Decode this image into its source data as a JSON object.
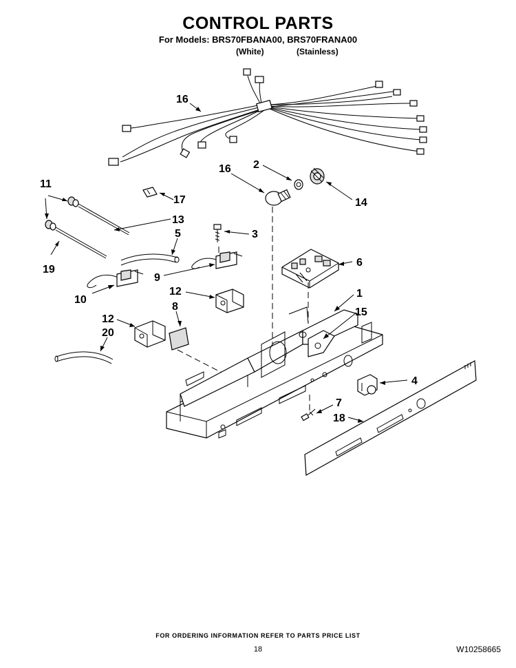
{
  "header": {
    "title": "CONTROL PARTS",
    "models_line": "For Models: BRS70FBANA00, BRS70FRANA00",
    "variant_white": "(White)",
    "variant_stainless": "(Stainless)"
  },
  "callouts": {
    "c1": "1",
    "c2": "2",
    "c3": "3",
    "c4": "4",
    "c5": "5",
    "c6": "6",
    "c7": "7",
    "c8": "8",
    "c9": "9",
    "c10": "10",
    "c11": "11",
    "c12a": "12",
    "c12b": "12",
    "c13": "13",
    "c14": "14",
    "c15": "15",
    "c16a": "16",
    "c16b": "16",
    "c17": "17",
    "c18": "18",
    "c19": "19",
    "c20": "20"
  },
  "footer": {
    "ordering_note": "FOR ORDERING INFORMATION REFER TO PARTS PRICE LIST",
    "page_number": "18",
    "document_id": "W10258665"
  }
}
